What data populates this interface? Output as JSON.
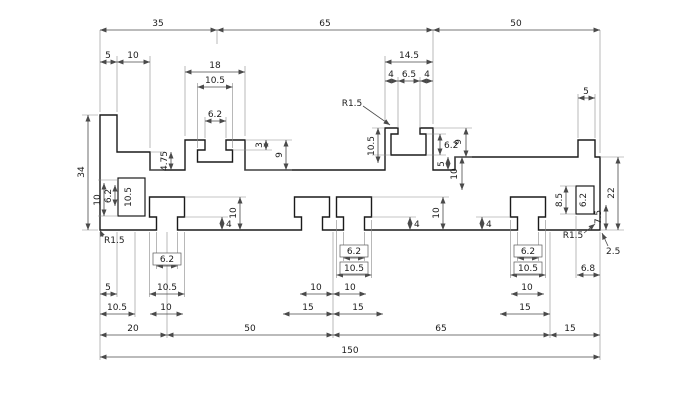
{
  "colors": {
    "outline": "#1a1a1a",
    "dimension": "#4a4a4a",
    "background": "#ffffff"
  },
  "labels": {
    "top_35": "35",
    "top_65": "65",
    "top_50": "50",
    "left_5": "5",
    "left_10": "10",
    "tabA_w18": "18",
    "tabA_slot105": "10.5",
    "tabA_open62": "6.2",
    "tabB_w145": "14.5",
    "tabB_lip4a": "4",
    "tabB_gap65": "6.5",
    "tabB_lip4b": "4",
    "fillet_top": "R1.5",
    "right_tab5": "5",
    "tabB_h105": "10.5",
    "tabB_h62": "6.2",
    "tabB_h9": "9",
    "tabB_h10": "10",
    "height_34": "34",
    "left_h10": "10",
    "left_h62": "6.2",
    "left_void105": "10.5",
    "step_475": "4.75",
    "lip_3": "3",
    "tab_h9": "9",
    "fillet_bl": "R1.5",
    "slotL_h10": "10",
    "slotL_lip4": "4",
    "slotM_h10": "10",
    "slotM_lip4": "4",
    "step_h5": "5",
    "slotR_lip4": "4",
    "right_h85": "8.5",
    "right_void62": "6.2",
    "right_h75": "7.5",
    "height_22": "22",
    "fillet_br": "R1.5",
    "right_25": "2.5",
    "bL_62": "6.2",
    "bL_105": "10.5",
    "bL_5": "5",
    "bL_105b": "10.5",
    "bL_10": "10",
    "bM_62": "6.2",
    "bM_105": "10.5",
    "bM_10a": "10",
    "bM_10b": "10",
    "bM_15a": "15",
    "bM_15b": "15",
    "bR_62": "6.2",
    "bR_105": "10.5",
    "bR_68": "6.8",
    "bR_10": "10",
    "bR_15": "15",
    "seg_20": "20",
    "seg_50": "50",
    "seg_65": "65",
    "seg_15": "15",
    "total_150": "150"
  }
}
